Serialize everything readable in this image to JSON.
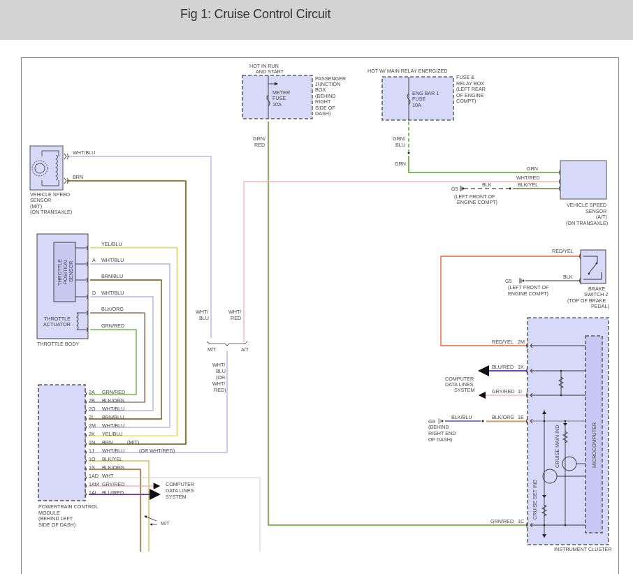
{
  "header": {
    "title": "Fig 1: Cruise Control Circuit"
  },
  "diagram": {
    "passenger_box": {
      "hot_label_1": "HOT IN RUN",
      "hot_label_2": "AND START",
      "fuse_1": "METER",
      "fuse_2": "FUSE",
      "fuse_3": "10A",
      "loc": [
        "PASSENGER",
        "JUNCTION",
        "BOX",
        "(BEHIND",
        "RIGHT",
        "SIDE OF",
        "DASH)"
      ]
    },
    "fuse_relay_box": {
      "hot_label": "HOT W/ MAIN RELAY ENERGIZED",
      "fuse_1": "ENG BAR 1",
      "fuse_2": "FUSE",
      "fuse_3": "10A",
      "loc": [
        "FUSE &",
        "RELAY BOX",
        "(LEFT REAR",
        "OF ENGINE",
        "COMPT)"
      ]
    },
    "wires": {
      "grn_red_1": "GRN/",
      "grn_red_2": "RED",
      "grn_blu_1": "GRN/",
      "grn_blu_2": "BLU",
      "grn": "GRN",
      "grn_vss": "GRN",
      "wht_red_vss": "WHT/RED",
      "blk_vss": "BLK",
      "blk_yel_vss": "BLK/YEL",
      "vss_mt_wht_blu": "WHT/BLU",
      "vss_mt_brn": "BRN",
      "mid_wht_1": "WHT/",
      "mid_blu": "BLU",
      "mid_wht_2": "WHT/",
      "mid_red": "RED",
      "mt": "M/T",
      "at": "A/T",
      "merged": [
        "WHT/",
        "BLU",
        "(OR",
        "WHT/",
        "RED)"
      ],
      "red_yel_brake": "RED/YEL",
      "blk_brake": "BLK",
      "mt_arrow": "M/T"
    },
    "vss_mt": {
      "label": [
        "VEHICLE SPEED",
        "SENSOR",
        "(M/T)",
        "(ON TRANSAXLE)"
      ]
    },
    "vss_at": {
      "label": [
        "VEHICLE SPEED",
        "SENSOR",
        "(A/T)",
        "(ON TRANSAXLE)"
      ]
    },
    "g5_1": {
      "label": "G5",
      "loc": [
        "(LEFT FRONT OF",
        "ENGINE COMPT)"
      ]
    },
    "g5_2": {
      "label": "G5",
      "loc": [
        "(LEFT FRONT OF",
        "ENGINE COMPT)"
      ]
    },
    "g8": {
      "label": "G8",
      "loc": [
        "(BEHIND",
        "RIGHT END",
        "OF DASH)"
      ]
    },
    "throttle_body": {
      "label": "THROTTLE BODY",
      "tps": [
        "THROTTLE",
        "POSITION",
        "SENSOR"
      ],
      "actuator": [
        "THROTTLE",
        "ACTUATOR"
      ],
      "wires": [
        {
          "pin": "",
          "color": "YEL/BLU"
        },
        {
          "pin": "A",
          "color": "WHT/BLU"
        },
        {
          "pin": "",
          "color": "BRN/BLU"
        },
        {
          "pin": "D",
          "color": "WHT/BLU"
        },
        {
          "pin": "",
          "color": "BLK/ORG"
        },
        {
          "pin": "",
          "color": "GRN/RED"
        }
      ]
    },
    "pcm": {
      "label": [
        "POWERTRAIN CONTROL",
        "MODULE",
        "(BEHIND LEFT",
        "SIDE OF DASH)"
      ],
      "pins": [
        {
          "pin": "2A",
          "color": "GRN/RED",
          "note": ""
        },
        {
          "pin": "2B",
          "color": "BLK/ORG",
          "note": ""
        },
        {
          "pin": "2O",
          "color": "WHT/BLU",
          "note": ""
        },
        {
          "pin": "2I",
          "color": "BRN/BLU",
          "note": ""
        },
        {
          "pin": "2M",
          "color": "WHT/BLU",
          "note": ""
        },
        {
          "pin": "2K",
          "color": "YEL/BLU",
          "note": ""
        },
        {
          "pin": "1N",
          "color": "BRN",
          "note": "(M/T)"
        },
        {
          "pin": "1J",
          "color": "WHT/BLU",
          "note": "(OR WHT/RED)"
        },
        {
          "pin": "1O",
          "color": "BLK/YEL",
          "note": ""
        },
        {
          "pin": "1S",
          "color": "BLK/ORG",
          "note": ""
        },
        {
          "pin": "1AD",
          "color": "WHT",
          "note": ""
        },
        {
          "pin": "1AM",
          "color": "GRY/RED",
          "note": ""
        },
        {
          "pin": "1AI",
          "color": "BLU/RED",
          "note": ""
        }
      ],
      "data_lines": [
        "COMPUTER",
        "DATA LINES",
        "SYSTEM"
      ]
    },
    "brake_switch": {
      "label": [
        "BRAKE",
        "SWITCH 2",
        "(TOP OF BRAKE",
        "PEDAL)"
      ]
    },
    "instrument_cluster": {
      "label": "INSTRUMENT CLUSTER",
      "micro": "MICROCOMPUTER",
      "cruise_main": "CRUISE MAIN IND",
      "cruise_set": "CRUISE SET IND",
      "pins": [
        {
          "pin": "2M",
          "color": "RED/YEL"
        },
        {
          "pin": "1K",
          "color": "BLU/RED"
        },
        {
          "pin": "1I",
          "color": "GRY/RED"
        },
        {
          "pin": "1E",
          "color": "BLK/ORG"
        },
        {
          "pin": "1C",
          "color": "GRN/RED"
        }
      ],
      "g8_wire": "BLK/BLU",
      "data_lines": [
        "COMPUTER",
        "DATA LINES",
        "SYSTEM"
      ]
    }
  },
  "colors": {
    "box_fill": "#d8d8f8",
    "grn": "#5aa832",
    "wht_blu": "#a8a8e8",
    "brn": "#6b5418",
    "wht_red": "#f0a8a8",
    "yel": "#e8e040",
    "red_yel": "#f06030",
    "blu_red": "#7040c0",
    "blk_org": "#e8a060"
  }
}
